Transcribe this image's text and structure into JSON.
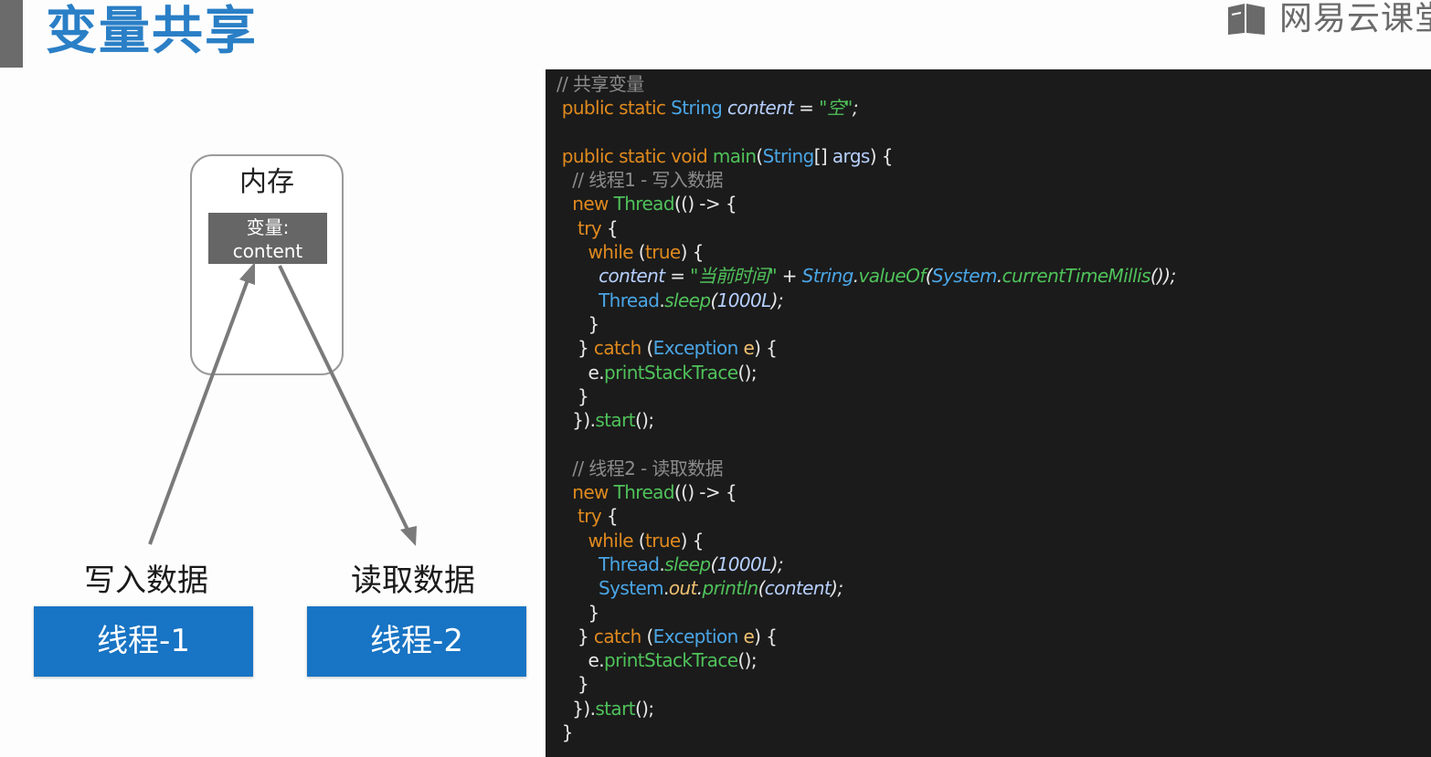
{
  "slide": {
    "title": "变量共享"
  },
  "brand": {
    "text": "网易云课堂"
  },
  "diagram": {
    "memory_label": "内存",
    "variable_label_line1": "变量:",
    "variable_label_line2": "content",
    "write_label": "写入数据",
    "read_label": "读取数据",
    "thread1_label": "线程-1",
    "thread2_label": "线程-2"
  },
  "code": {
    "lines": [
      [
        [
          "cm",
          "// 共享变量"
        ]
      ],
      [
        [
          "kw",
          " public static "
        ],
        [
          "ty",
          "String "
        ],
        [
          "id it",
          "content"
        ],
        [
          "it",
          " = "
        ],
        [
          "st it",
          "\"空\""
        ],
        [
          "it",
          ";"
        ]
      ],
      [
        [
          "",
          ""
        ]
      ],
      [
        [
          "kw",
          " public static void "
        ],
        [
          "st",
          "main"
        ],
        [
          "",
          "("
        ],
        [
          "ty",
          "String"
        ],
        [
          "",
          "[] "
        ],
        [
          "id",
          "args"
        ],
        [
          "",
          ") {"
        ]
      ],
      [
        [
          "cm",
          "   // 线程1 - 写入数据"
        ]
      ],
      [
        [
          "kw",
          "   new "
        ],
        [
          "st",
          "Thread"
        ],
        [
          "",
          "(() -> {"
        ]
      ],
      [
        [
          "kw",
          "    try"
        ],
        [
          "",
          " {"
        ]
      ],
      [
        [
          "kw",
          "      while "
        ],
        [
          "",
          "("
        ],
        [
          "kw",
          "true"
        ],
        [
          "",
          ") {"
        ]
      ],
      [
        [
          "",
          "        "
        ],
        [
          "id it",
          "content"
        ],
        [
          "it",
          " = "
        ],
        [
          "st it",
          "\"当前时间\""
        ],
        [
          "it",
          " + "
        ],
        [
          "ty it",
          "String"
        ],
        [
          "it",
          "."
        ],
        [
          "st it",
          "valueOf"
        ],
        [
          "it",
          "("
        ],
        [
          "ty it",
          "System"
        ],
        [
          "it",
          "."
        ],
        [
          "st it",
          "currentTimeMillis"
        ],
        [
          "it",
          "());"
        ]
      ],
      [
        [
          "ty",
          "        Thread"
        ],
        [
          "",
          "."
        ],
        [
          "st it",
          "sleep"
        ],
        [
          "it",
          "("
        ],
        [
          "id it",
          "1000L"
        ],
        [
          "it",
          ");"
        ]
      ],
      [
        [
          "",
          "      }"
        ]
      ],
      [
        [
          "",
          "    } "
        ],
        [
          "kw",
          "catch "
        ],
        [
          "",
          "("
        ],
        [
          "ty",
          "Exception "
        ],
        [
          "mt",
          "e"
        ],
        [
          "",
          ") {"
        ]
      ],
      [
        [
          "",
          "      e."
        ],
        [
          "st",
          "printStackTrace"
        ],
        [
          "",
          "();"
        ]
      ],
      [
        [
          "",
          "    }"
        ]
      ],
      [
        [
          "",
          "   })."
        ],
        [
          "st",
          "start"
        ],
        [
          "",
          "();"
        ]
      ],
      [
        [
          "",
          ""
        ]
      ],
      [
        [
          "cm",
          "   // 线程2 - 读取数据"
        ]
      ],
      [
        [
          "kw",
          "   new "
        ],
        [
          "st",
          "Thread"
        ],
        [
          "",
          "(() -> {"
        ]
      ],
      [
        [
          "kw",
          "    try"
        ],
        [
          "",
          " {"
        ]
      ],
      [
        [
          "kw",
          "      while "
        ],
        [
          "",
          "("
        ],
        [
          "kw",
          "true"
        ],
        [
          "",
          ") {"
        ]
      ],
      [
        [
          "ty",
          "        Thread"
        ],
        [
          "",
          "."
        ],
        [
          "st it",
          "sleep"
        ],
        [
          "it",
          "("
        ],
        [
          "id it",
          "1000L"
        ],
        [
          "it",
          ");"
        ]
      ],
      [
        [
          "ty",
          "        System"
        ],
        [
          "",
          "."
        ],
        [
          "mt it",
          "out"
        ],
        [
          "it",
          "."
        ],
        [
          "st it",
          "println"
        ],
        [
          "it",
          "("
        ],
        [
          "id it",
          "content"
        ],
        [
          "it",
          ");"
        ]
      ],
      [
        [
          "",
          "      }"
        ]
      ],
      [
        [
          "",
          "    } "
        ],
        [
          "kw",
          "catch "
        ],
        [
          "",
          "("
        ],
        [
          "ty",
          "Exception "
        ],
        [
          "mt",
          "e"
        ],
        [
          "",
          ") {"
        ]
      ],
      [
        [
          "",
          "      e."
        ],
        [
          "st",
          "printStackTrace"
        ],
        [
          "",
          "();"
        ]
      ],
      [
        [
          "",
          "    }"
        ]
      ],
      [
        [
          "",
          "   })."
        ],
        [
          "st",
          "start"
        ],
        [
          "",
          "();"
        ]
      ],
      [
        [
          "",
          "",
          " }"
        ]
      ]
    ]
  },
  "colors": {
    "title_blue": "#2a7fc6",
    "thread_blue": "#1874c4",
    "code_bg": "#1b1b1b",
    "keyword_orange": "#e08a1e",
    "type_blue": "#4aa6e6",
    "string_green": "#4fc25a",
    "comment_gray": "#8c8c8c"
  }
}
